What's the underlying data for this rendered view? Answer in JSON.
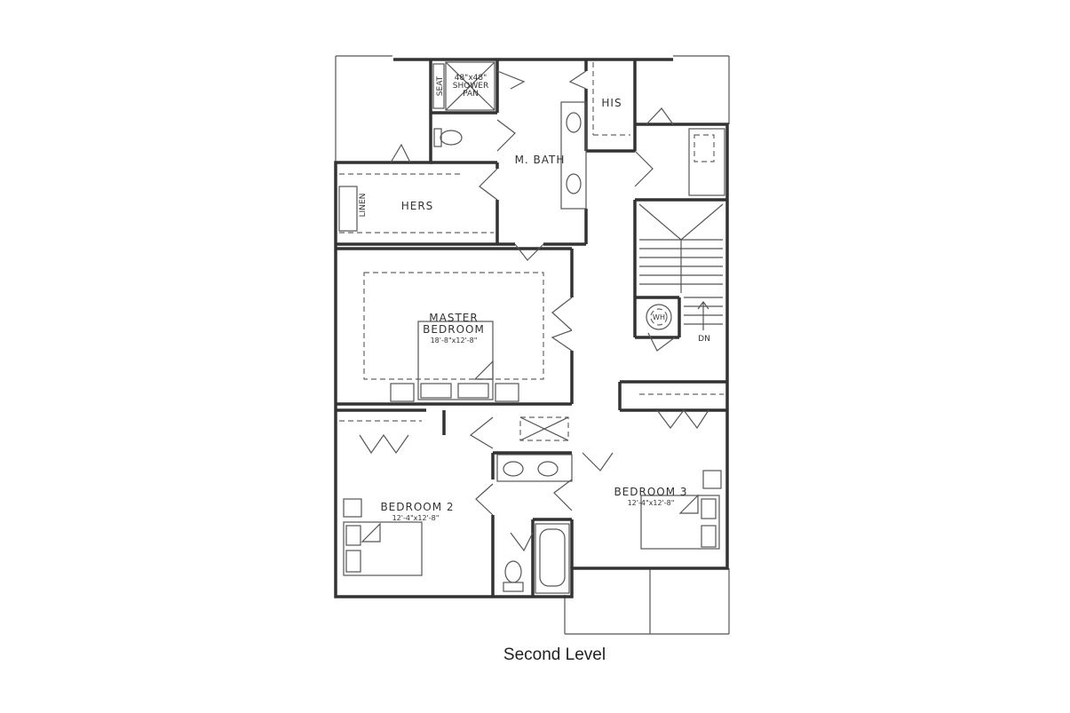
{
  "caption": "Second Level",
  "rooms": {
    "shower_pan": [
      "48\"x48\"",
      "SHOWER",
      "PAN"
    ],
    "seat": "SEAT",
    "his": "HIS",
    "m_bath": "M. BATH",
    "hers": "HERS",
    "linen": "LINEN",
    "master": [
      "MASTER",
      "BEDROOM"
    ],
    "master_dim": "18'-8\"x12'-8\"",
    "wh": "WH",
    "dn": "DN",
    "bedroom2": "BEDROOM 2",
    "bedroom2_dim": "12'-4\"x12'-8\"",
    "bedroom3": "BEDROOM 3",
    "bedroom3_dim": "12'-4\"x12'-8\""
  }
}
